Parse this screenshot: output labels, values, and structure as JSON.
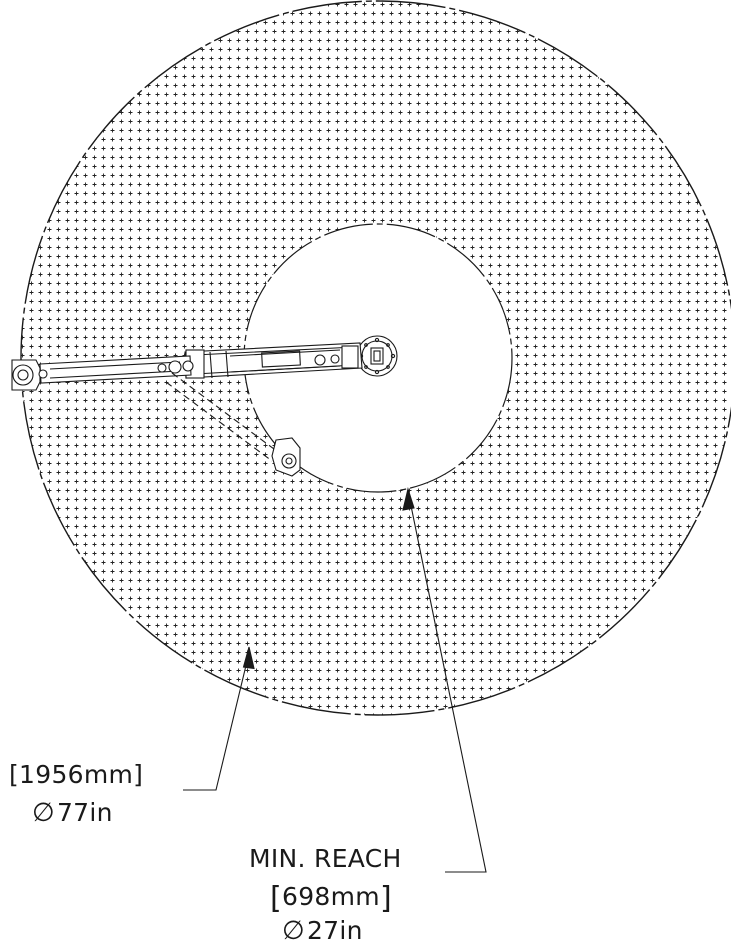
{
  "outer_reach": {
    "metric": "[1956mm]",
    "symbol": "∅",
    "imperial": "77in"
  },
  "min_reach": {
    "label": "MIN. REACH",
    "bracket_open": "[",
    "metric": "698mm",
    "bracket_close": "]",
    "symbol": "∅",
    "imperial": "27in"
  },
  "colors": {
    "line": "#1a1a1a",
    "hatch": "#222222",
    "background": "#ffffff"
  }
}
